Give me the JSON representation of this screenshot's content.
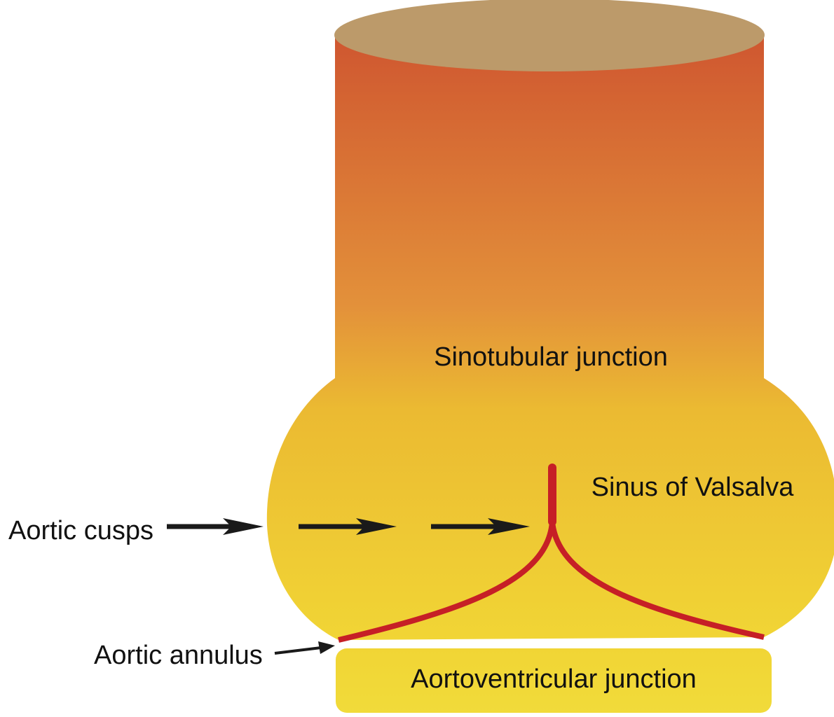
{
  "labels": {
    "sinotubular_junction": "Sinotubular junction",
    "sinus_of_valsalva": "Sinus of Valsalva",
    "aortic_cusps": "Aortic cusps",
    "aortic_annulus": "Aortic annulus",
    "aortoventricular_junction": "Aortoventricular junction"
  },
  "colors": {
    "aorta_top": "#cf5630",
    "aorta_mid": "#e3913a",
    "sinus": "#ebba32",
    "sinus_bottom": "#f1d535",
    "aorta_cap": "#bc9a6a",
    "base": "#f1db3a",
    "cusp_line": "#c61f26",
    "arrow": "#1a1a1a",
    "text": "#111111"
  }
}
